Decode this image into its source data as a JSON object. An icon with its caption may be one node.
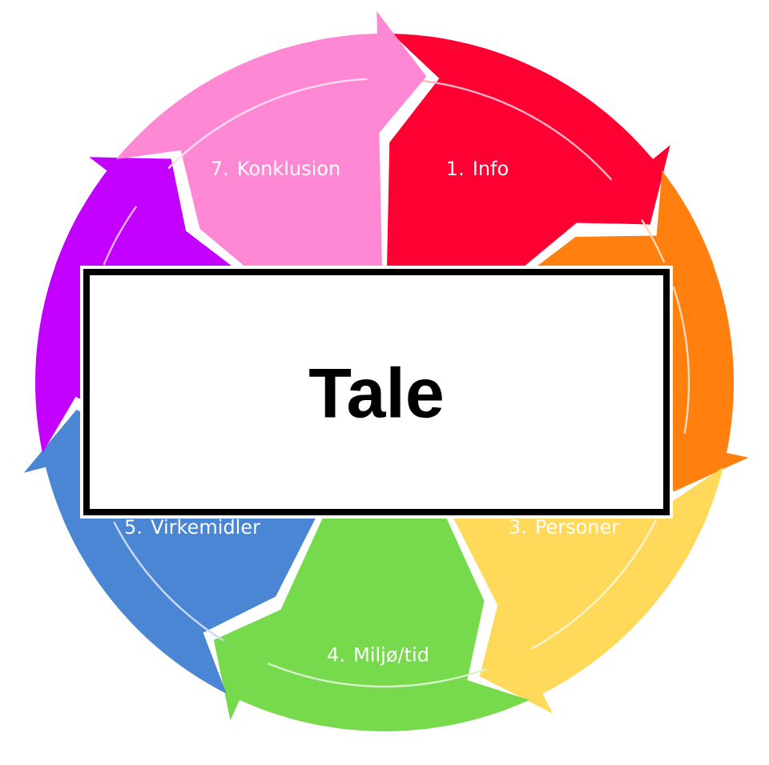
{
  "diagram": {
    "nodes": [
      {
        "text": [
          "1. Info"
        ]
      },
      {
        "text": [],
        "shape": "arrow"
      },
      {
        "text": [
          "3. Personer"
        ]
      },
      {
        "text": [
          "4. Miljø/tid"
        ]
      },
      {
        "text": [
          "5. Virkemidler"
        ]
      },
      {
        "text": [],
        "shape": "arrow"
      },
      {
        "text": [
          "7. Konklusion"
        ]
      },
      {
        "text": [
          "Tale"
        ]
      }
    ]
  }
}
